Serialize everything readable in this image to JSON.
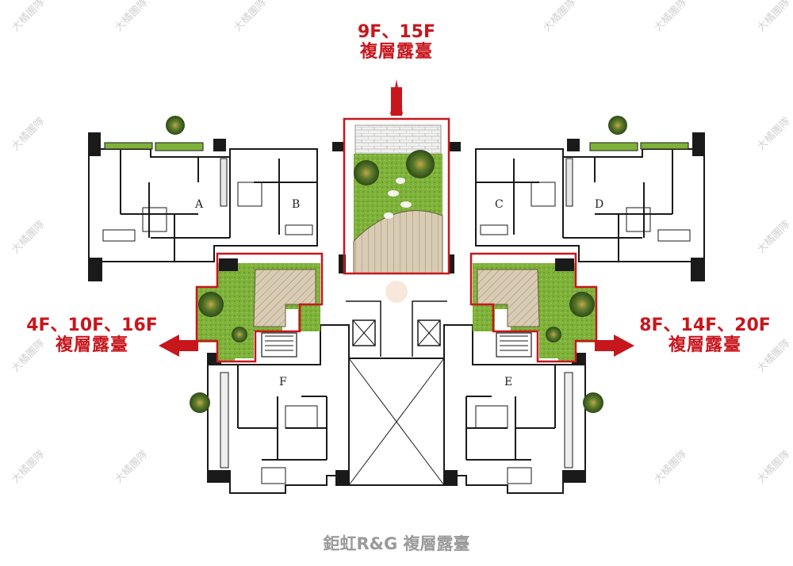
{
  "callouts": {
    "top": {
      "floors": "9F、15F",
      "label": "複層露臺"
    },
    "left": {
      "floors": "4F、10F、16F",
      "label": "複層露臺"
    },
    "right": {
      "floors": "8F、14F、20F",
      "label": "複層露臺"
    }
  },
  "units": [
    "A",
    "B",
    "C",
    "D",
    "E",
    "F"
  ],
  "watermark": "大橘團隊",
  "caption": "鉅虹R&G 複層露臺",
  "colors": {
    "accent": "#c8161d",
    "garden": "#7fb23a",
    "deck": "#c9b89a",
    "wall": "#1a1a1a"
  }
}
